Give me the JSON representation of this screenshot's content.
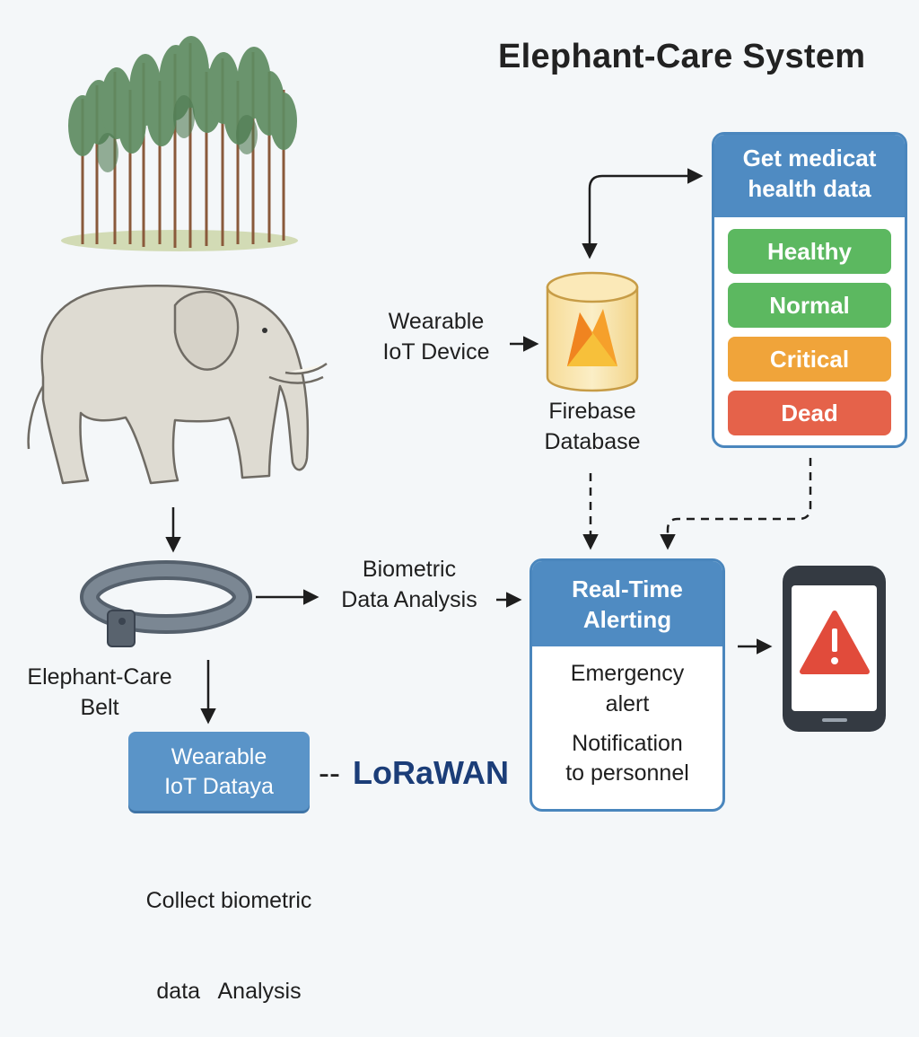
{
  "title": "Elephant-Care System",
  "nodes": {
    "wearable_device": [
      "Wearable",
      "IoT Device"
    ],
    "firebase": [
      "Firebase",
      "Database"
    ],
    "health": {
      "header": [
        "Get medicat",
        "health data"
      ],
      "statuses": [
        {
          "label": "Healthy",
          "color": "#5cb860"
        },
        {
          "label": "Normal",
          "color": "#5cb860"
        },
        {
          "label": "Critical",
          "color": "#f0a43a"
        },
        {
          "label": "Dead",
          "color": "#e5624a"
        }
      ]
    },
    "biometric_analysis": [
      "Biometric",
      "Data Analysis"
    ],
    "alerting": {
      "header": [
        "Real-Time",
        "Alerting"
      ],
      "items": [
        [
          "Emergency",
          "alert"
        ],
        [
          "Notification",
          "to personnel"
        ]
      ]
    },
    "belt": [
      "Elephant-Care",
      "Belt"
    ],
    "gateway": [
      "Wearable",
      "IoT Dataya"
    ],
    "lorawan": "LoRaWAN",
    "lorawan_dash": "--",
    "collect": [
      "Collect biometric",
      "data   Analysis"
    ]
  },
  "colors": {
    "accent_blue": "#4f8bc2",
    "healthy": "#5cb860",
    "critical": "#f0a43a",
    "dead": "#e5624a",
    "alert_red": "#e14b3b"
  },
  "icons": [
    "pine-forest-icon",
    "elephant-icon",
    "collar-belt-icon",
    "firebase-database-icon",
    "smartphone-alert-icon"
  ]
}
